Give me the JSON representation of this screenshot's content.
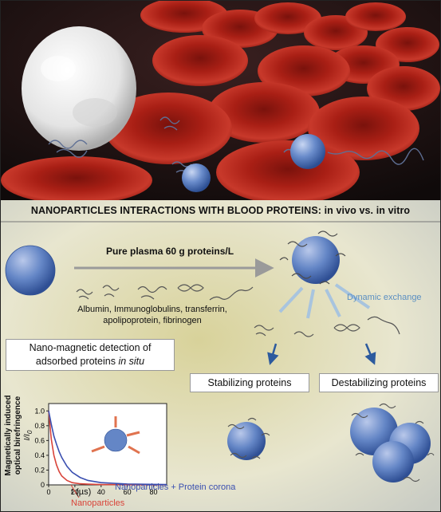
{
  "heading": "NANOPARTICLES INTERACTIONS WITH BLOOD PROTEINS: in vivo vs. in vitro",
  "plasma_label": "Pure plasma 60 g proteins/L",
  "protein_list_line1": "Albumin, Immunoglobulins, transferrin,",
  "protein_list_line2": "apolipoprotein, fibrinogen",
  "dynamic_exchange": "Dynamic exchange",
  "nano_detection_line1": "Nano-magnetic detection of",
  "nano_detection_line2_plain": "adsorbed proteins ",
  "nano_detection_line2_italic": "in situ",
  "stabilizing": "Stabilizing proteins",
  "destabilizing": "Destabilizing proteins",
  "plot": {
    "ylabel_line1": "Magnetically induced",
    "ylabel_line2": "optical birefringence",
    "ylabel_sub": "I/I",
    "ylabel_sub_index": "0",
    "xlabel": "t (µs)",
    "yticks": [
      "0",
      "0.2",
      "0.4",
      "0.6",
      "0.8",
      "1.0"
    ],
    "xticks": [
      "0",
      "20",
      "40",
      "60",
      "80"
    ],
    "legend_np": "Nanoparticles",
    "legend_npc": "Nanoparticles + Protein corona"
  },
  "chart_data": {
    "type": "line",
    "xlabel": "t (µs)",
    "ylabel": "Magnetically induced optical birefringence I/I0",
    "xlim": [
      0,
      90
    ],
    "ylim": [
      0,
      1.1
    ],
    "series": [
      {
        "name": "Nanoparticles",
        "color": "#d9443a",
        "x": [
          0,
          2,
          4,
          6,
          8,
          10,
          14,
          18,
          24,
          30,
          40,
          60,
          90
        ],
        "y": [
          1.0,
          0.62,
          0.4,
          0.27,
          0.18,
          0.12,
          0.06,
          0.03,
          0.015,
          0.01,
          0.005,
          0.003,
          0.002
        ]
      },
      {
        "name": "Nanoparticles + Protein corona",
        "color": "#3a4fb0",
        "x": [
          0,
          2,
          4,
          6,
          8,
          10,
          14,
          18,
          24,
          30,
          40,
          60,
          90
        ],
        "y": [
          1.0,
          0.82,
          0.66,
          0.55,
          0.45,
          0.37,
          0.25,
          0.17,
          0.1,
          0.06,
          0.03,
          0.012,
          0.005
        ]
      }
    ]
  },
  "colors": {
    "blood_red": "#b3281c",
    "nanoparticle_blue": "#5a7cc0",
    "arrow_blue": "#2c5a9e",
    "dynamic_exchange_text": "#5b8fc2"
  }
}
